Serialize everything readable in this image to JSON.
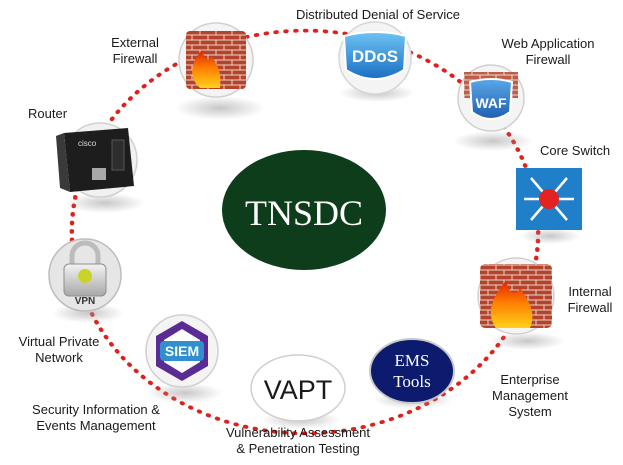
{
  "center": {
    "label": "TNSDC",
    "color": "#0e3d1b"
  },
  "ring": {
    "color": "#e0201c"
  },
  "nodes": {
    "ddos": {
      "icon_text": "DDoS",
      "label": "Distributed Denial of Service",
      "icon": "ddos-shield-icon"
    },
    "waf": {
      "icon_text": "WAF",
      "label_line1": "Web Application",
      "label_line2": "Firewall",
      "icon": "waf-shield-icon"
    },
    "core_switch": {
      "label": "Core Switch",
      "icon": "network-switch-icon"
    },
    "internal_firewall": {
      "label_line1": "Internal",
      "label_line2": "Firewall",
      "icon": "brick-firewall-icon"
    },
    "ems": {
      "icon_line1": "EMS",
      "icon_line2": "Tools",
      "label_line1": "Enterprise",
      "label_line2": "Management",
      "label_line3": "System",
      "icon": "ems-tools-icon"
    },
    "vapt": {
      "icon_text": "VAPT",
      "label_line1": "Vulnerability Assessment",
      "label_line2": "& Penetration Testing",
      "icon": "vapt-icon"
    },
    "siem": {
      "icon_text": "SIEM",
      "label_line1": "Security Information &",
      "label_line2": "Events Management",
      "icon": "siem-hexagon-icon"
    },
    "vpn": {
      "icon_text": "VPN",
      "label_line1": "Virtual Private",
      "label_line2": "Network",
      "icon": "vpn-lock-icon"
    },
    "router": {
      "icon_text": "cisco",
      "label": "Router",
      "icon": "router-device-icon"
    },
    "external_firewall": {
      "label_line1": "External",
      "label_line2": "Firewall",
      "icon": "brick-firewall-icon"
    }
  }
}
